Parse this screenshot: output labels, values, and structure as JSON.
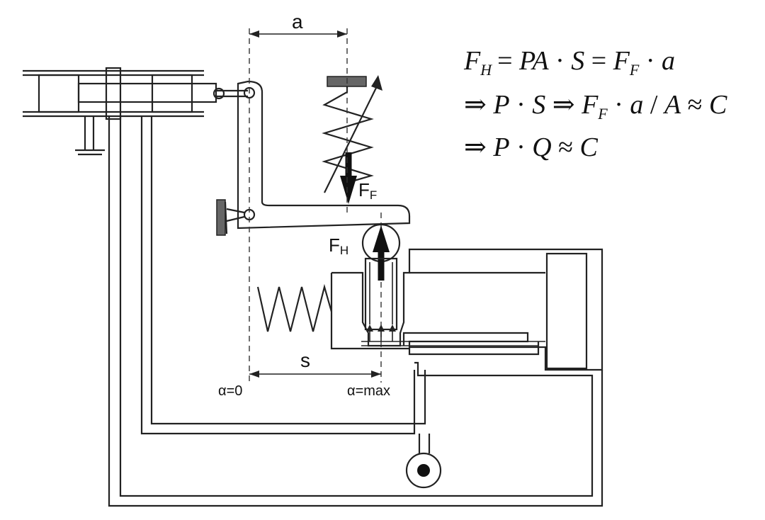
{
  "labels": {
    "a": "a",
    "s": "s",
    "F_F": "F",
    "F_F_sub": "F",
    "F_H": "F",
    "F_H_sub": "H",
    "alpha_zero": "α=0",
    "alpha_max": "α=max"
  },
  "equations": {
    "line1": {
      "F": "F",
      "H": "H",
      "eq1": "= ",
      "PA": "PA",
      "dot1": " · ",
      "S": "S",
      "eq2": " = ",
      "F2": "F",
      "F2sub": "F",
      "dot2": " · ",
      "a": "a"
    },
    "line2": {
      "arrow1": "⇒ ",
      "P": "P",
      "dot1": " · ",
      "S": "S",
      "arrow2": " ⇒ ",
      "F": "F",
      "Fsub": "F",
      "dot2": " · ",
      "a": "a",
      "slash": " / ",
      "A": "A",
      "approx": " ≈ ",
      "C": "C"
    },
    "line3": {
      "arrow": "⇒ ",
      "P": "P",
      "dot": " · ",
      "Q": "Q",
      "approx": " ≈ ",
      "C": "C"
    }
  },
  "colors": {
    "line": "#222222",
    "fixture": "#666666",
    "background": "#ffffff"
  }
}
